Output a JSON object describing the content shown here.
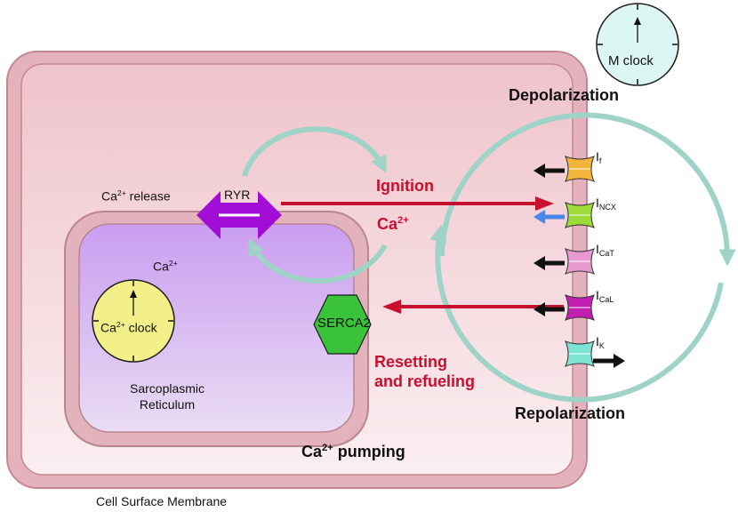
{
  "labels": {
    "membrane": "Cell Surface Membrane",
    "ca_release": "Ca",
    "ca_release_sup": "2+",
    "ca_release_tail": " release",
    "ryr": "RYR",
    "sr_ca": "Ca",
    "sr_ca_sup": "2+",
    "ca_clock": "Ca",
    "ca_clock_sup": "2+",
    "ca_clock_tail": " clock",
    "sr_line1": "Sarcoplasmic",
    "sr_line2": "Reticulum",
    "ignition": "Ignition",
    "cyt_ca": "Ca",
    "cyt_ca_sup": "2+",
    "serca": "SERCA2",
    "resetting_line1": "Resetting",
    "resetting_line2": "and refueling",
    "ca_pumping": "Ca",
    "ca_pumping_sup": "2+",
    "ca_pumping_tail": " pumping",
    "depolarization": "Depolarization",
    "repolarization": "Repolarization",
    "m_clock": "M clock"
  },
  "channels": [
    {
      "name": "I",
      "sub": "f",
      "color": "#f2b43a",
      "arrow": "left",
      "arrow_color": "#111111"
    },
    {
      "name": "I",
      "sub": "NCX",
      "color": "#9edc3a",
      "arrow": "left",
      "arrow_color": "#4a86e8"
    },
    {
      "name": "I",
      "sub": "CaT",
      "color": "#e89ad0",
      "arrow": "left",
      "arrow_color": "#111111"
    },
    {
      "name": "I",
      "sub": "CaL",
      "color": "#c21fb0",
      "arrow": "left",
      "arrow_color": "#111111"
    },
    {
      "name": "I",
      "sub": "K",
      "color": "#7de3d3",
      "arrow": "right",
      "arrow_color": "#111111"
    }
  ],
  "colors": {
    "cell_fill": "#efc7cf",
    "sr_fill": "#cba2ea",
    "cycle": "#9fd3c8",
    "red_arrow": "#c8102e",
    "ryr": "#a30ed6",
    "serca": "#39c23a",
    "clock_yellow": "#f3f08a",
    "clock_cyan": "#dcf7f3"
  }
}
